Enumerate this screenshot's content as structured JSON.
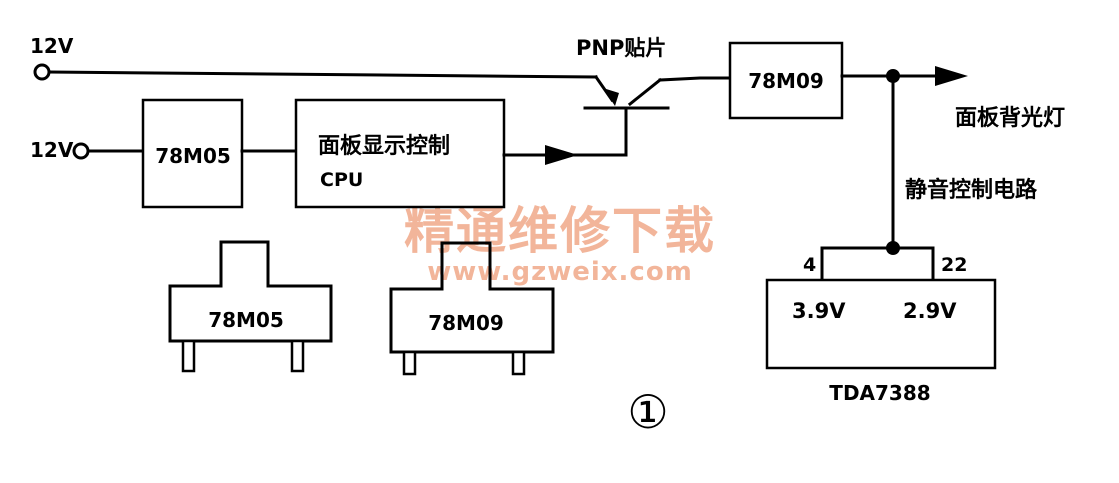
{
  "labels": {
    "in_12v_top": "12V",
    "in_12v_bottom": "12V",
    "reg_78m05": "78M05",
    "cpu_line1": "面板显示控制",
    "cpu_line2": "CPU",
    "pnp": "PNP贴片",
    "reg_78m09": "78M09",
    "backlight": "面板背光灯",
    "mute": "静音控制电路",
    "pin4": "4",
    "pin22": "22",
    "v_pin4": "3.9V",
    "v_pin22": "2.9V",
    "tda": "TDA7388",
    "pkg_78m05": "78M05",
    "pkg_78m09": "78M09",
    "figure_no": "①"
  },
  "watermark": {
    "cn": "精通维修下载",
    "url": "www.gzweix.com",
    "color": "#f2b59a"
  }
}
